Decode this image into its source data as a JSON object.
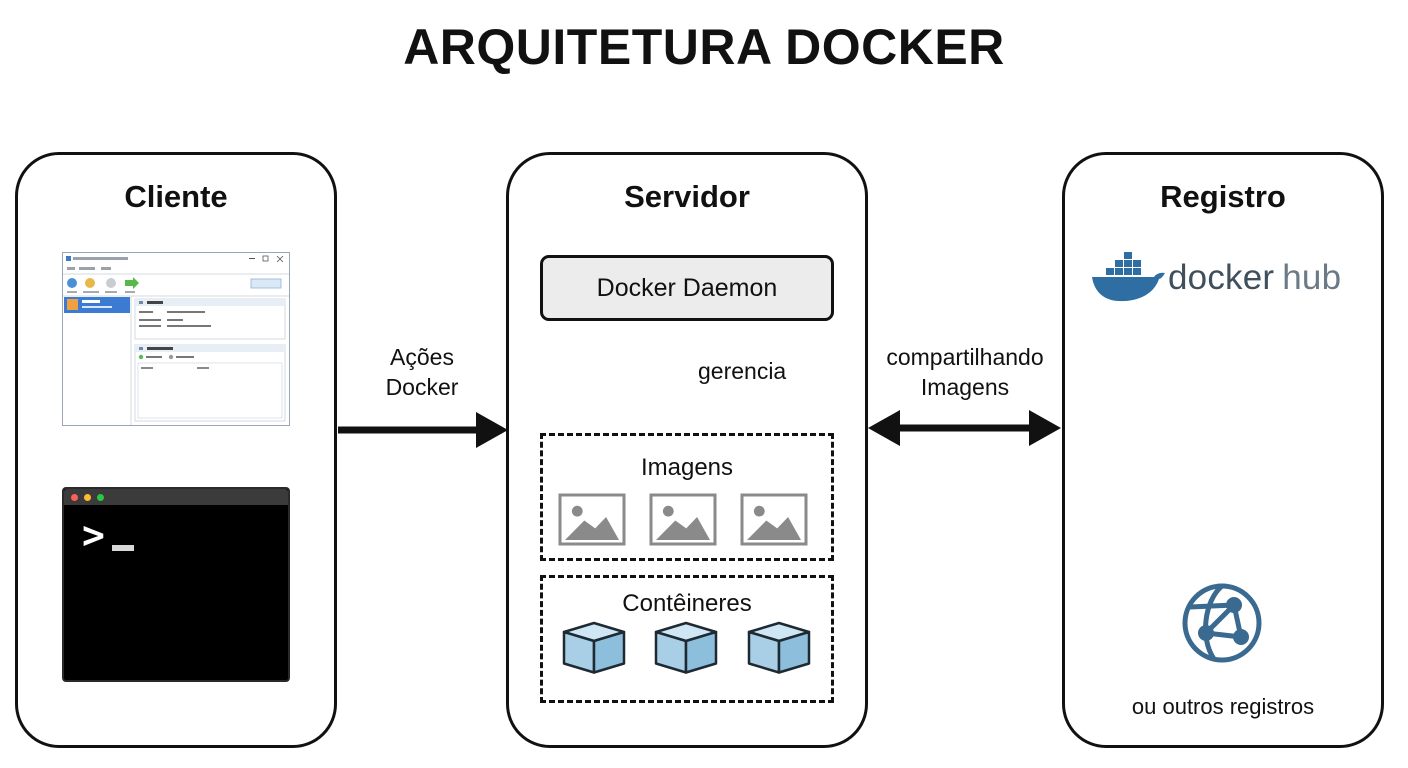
{
  "title": "ARQUITETURA DOCKER",
  "cliente": {
    "title": "Cliente",
    "prompt": ">"
  },
  "servidor": {
    "title": "Servidor",
    "daemon": "Docker Daemon",
    "manages": "gerencia",
    "images_label": "Imagens",
    "containers_label": "Contêineres"
  },
  "registro": {
    "title": "Registro",
    "hub_word1": "docker",
    "hub_word2": "hub",
    "others": "ou outros registros"
  },
  "edges": {
    "client_to_server_line1": "Ações",
    "client_to_server_line2": "Docker",
    "server_registry_line1": "compartilhando",
    "server_registry_line2": "Imagens"
  },
  "colors": {
    "box_fill": "#ececec",
    "image_icon": "#8a8a8a",
    "cube_fill": "#a9cfe6",
    "cube_stroke": "#1e2a33",
    "hub_blue": "#2f6ea3",
    "globe": "#3a6a8f"
  }
}
